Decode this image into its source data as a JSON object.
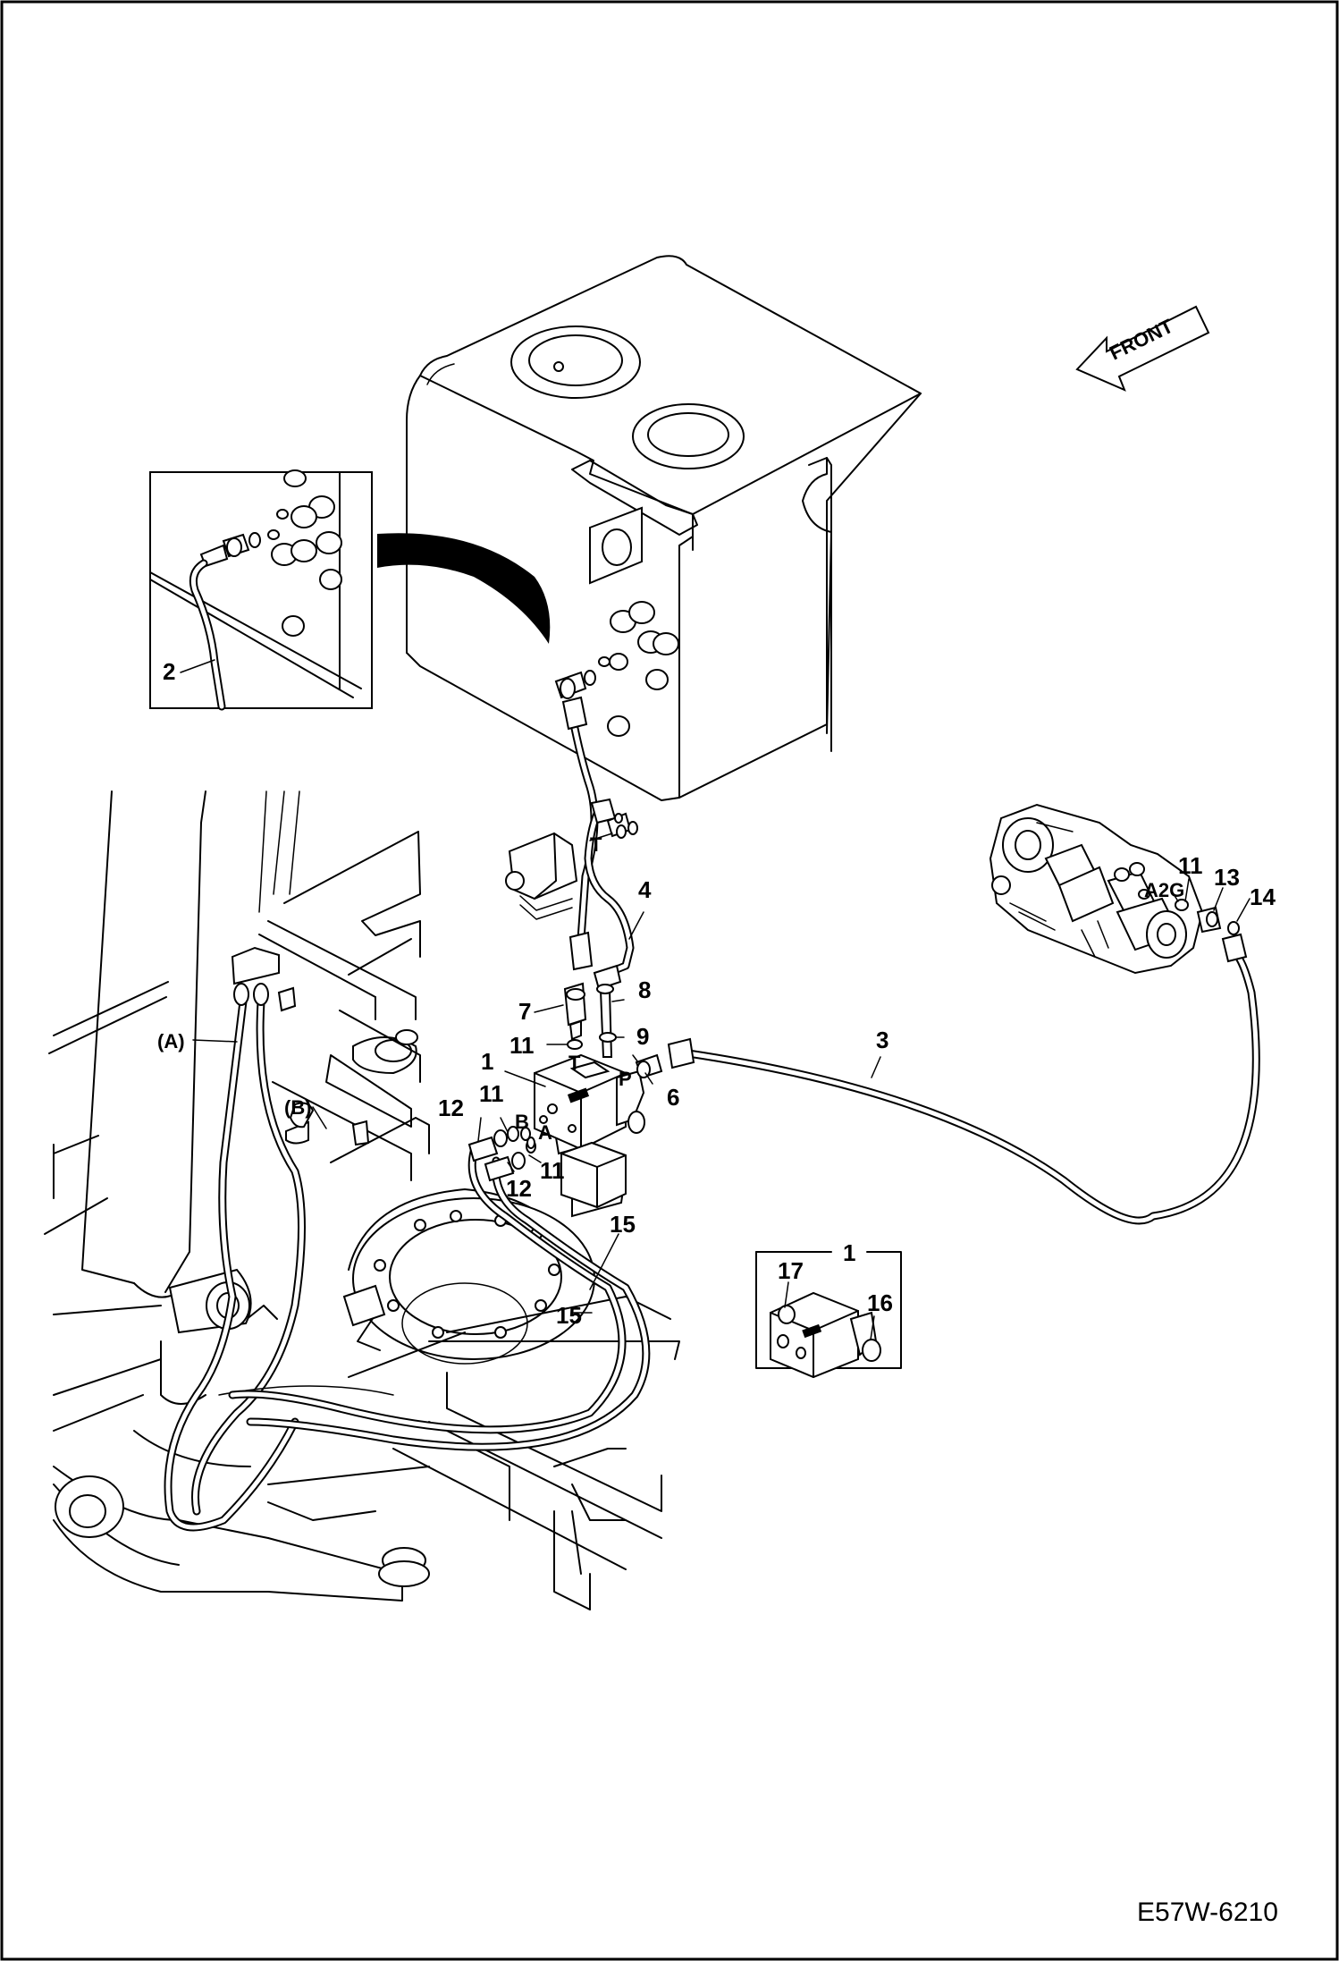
{
  "drawing_code": "E57W-6210",
  "direction_label": "FRONT",
  "callouts": {
    "c1_top": "1",
    "c1_detail": "1",
    "c2": "2",
    "c3": "3",
    "c4": "4",
    "c6": "6",
    "c7": "7",
    "c8": "8",
    "c9": "9",
    "c11_a": "11",
    "c11_b": "11",
    "c11_c": "11",
    "c11_pump": "11",
    "c12_a": "12",
    "c12_b": "12",
    "c13": "13",
    "c14": "14",
    "c15_a": "15",
    "c15_b": "15",
    "c16": "16",
    "c17": "17"
  },
  "ports": {
    "t_upper": "T",
    "t_valve": "T",
    "p": "P",
    "a": "A",
    "b": "B",
    "a2g": "A2G"
  },
  "view_refs": {
    "a": "(A)",
    "b": "(B)"
  }
}
